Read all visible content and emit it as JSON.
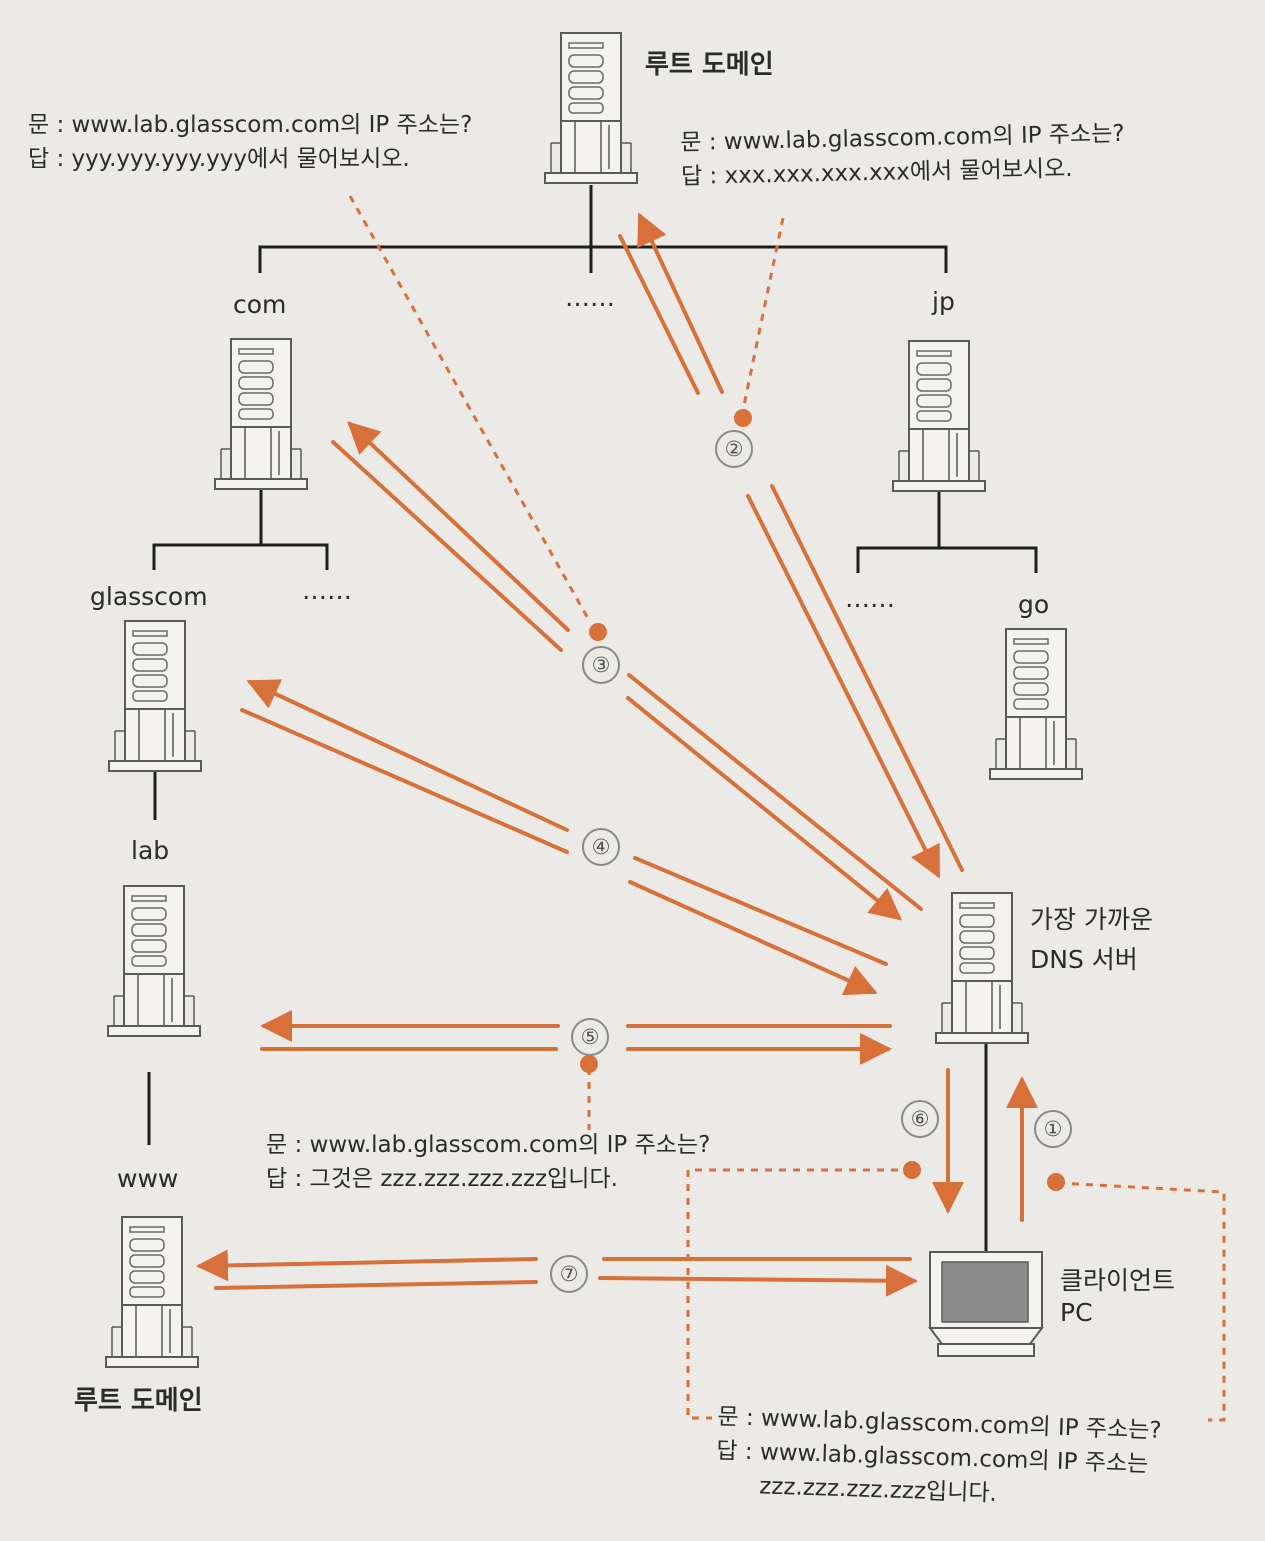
{
  "colors": {
    "arrow": "#d8703a",
    "line": "#1e1e1e",
    "server_fill": "#f4f3f0",
    "server_stroke": "#5a5a5a"
  },
  "nodes": {
    "root": "루트 도메인",
    "com": "com",
    "dots_top": "……",
    "jp": "jp",
    "glasscom": "glasscom",
    "dots_com": "……",
    "dots_jp": "……",
    "go": "go",
    "lab": "lab",
    "www": "www",
    "www_server": "루트 도메인",
    "local_dns_line1": "가장 가까운",
    "local_dns_line2": "DNS 서버",
    "client_line1": "클라이언트",
    "client_line2": "PC"
  },
  "steps": [
    "①",
    "②",
    "③",
    "④",
    "⑤",
    "⑥",
    "⑦"
  ],
  "callouts": {
    "root_reply_com": {
      "q": "문 : www.lab.glasscom.com의 IP 주소는?",
      "a": "답 : yyy.yyy.yyy.yyy에서 물어보시오."
    },
    "root_reply_top": {
      "q": "문 : www.lab.glasscom.com의 IP 주소는?",
      "a": "답 : xxx.xxx.xxx.xxx에서 물어보시오."
    },
    "lab_reply": {
      "q": "문 : www.lab.glasscom.com의 IP 주소는?",
      "a": "답 : 그것은 zzz.zzz.zzz.zzz입니다."
    },
    "client_reply": {
      "q": "문 : www.lab.glasscom.com의 IP 주소는?",
      "a1": "답 : www.lab.glasscom.com의 IP 주소는",
      "a2": "zzz.zzz.zzz.zzz입니다."
    }
  }
}
